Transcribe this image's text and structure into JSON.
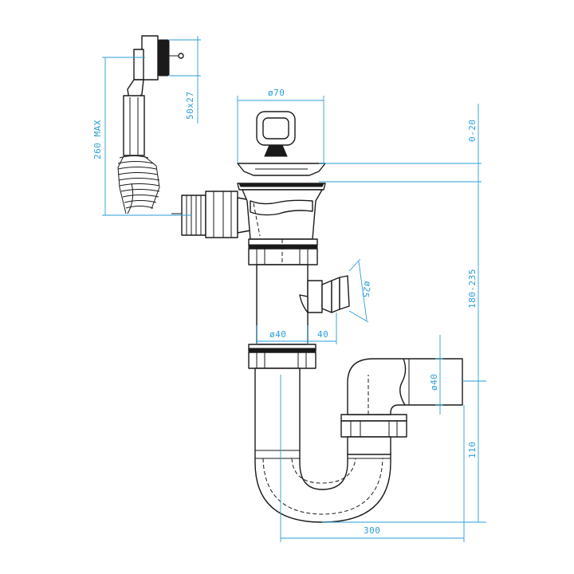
{
  "dimensions": {
    "overflow_height": "260 MAX",
    "overflow_plug": "50x27",
    "strainer_diameter": "ø70",
    "strainer_adjust": "0-20",
    "trap_height": "180-235",
    "inlet_diameter": "ø25",
    "pipe_diameter": "ø40",
    "inlet_offset": "40",
    "outlet_diameter": "ø40",
    "outlet_height": "110",
    "total_width": "300"
  },
  "colors": {
    "dimension": "#2a9dd8",
    "outline": "#1a1a1a",
    "background": "#ffffff"
  }
}
